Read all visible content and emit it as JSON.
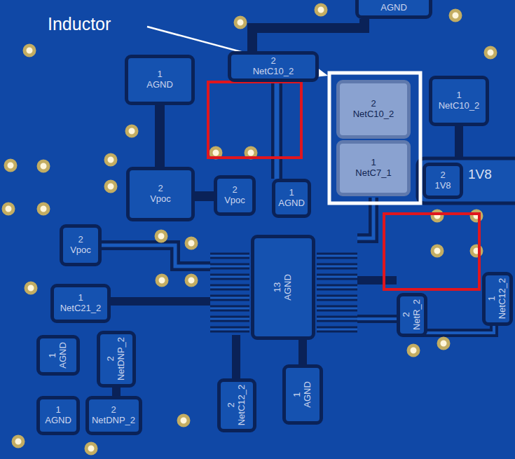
{
  "diagram": {
    "nodes": [
      {
        "text": [
          "AGND"
        ]
      },
      {
        "text": [
          "1",
          "AGND"
        ]
      },
      {
        "text": [
          "2",
          "NetC10_2"
        ]
      },
      {
        "text": [
          "2",
          "NetC10_2"
        ]
      },
      {
        "text": [
          "1",
          "NetC10_2"
        ]
      },
      {
        "text": [
          "1",
          "NetC7_1"
        ]
      },
      {
        "text": [
          "2",
          "1V8"
        ]
      },
      {
        "text": [
          "2",
          "Vpoc"
        ]
      },
      {
        "text": [
          "2",
          "Vpoc"
        ]
      },
      {
        "text": [
          "1",
          "AGND"
        ]
      },
      {
        "text": [
          "2",
          "Vpoc"
        ]
      },
      {
        "text": [
          "13",
          "AGND"
        ]
      },
      {
        "text": [
          "1",
          "NetC21_2"
        ]
      },
      {
        "text": [
          "2",
          "NetR_2"
        ]
      },
      {
        "text": [
          "1",
          "NetC12_2"
        ]
      },
      {
        "text": [
          "1",
          "AGND"
        ]
      },
      {
        "text": [
          "2",
          "NetDNP_2"
        ]
      },
      {
        "text": [
          "1",
          "AGND"
        ]
      },
      {
        "text": [
          "2",
          "NetC12_2"
        ]
      },
      {
        "text": [
          "1",
          "AGND"
        ]
      },
      {
        "text": [
          "2",
          "NetDNP_2"
        ]
      }
    ],
    "labels": [
      "Inductor",
      "1V8"
    ]
  }
}
